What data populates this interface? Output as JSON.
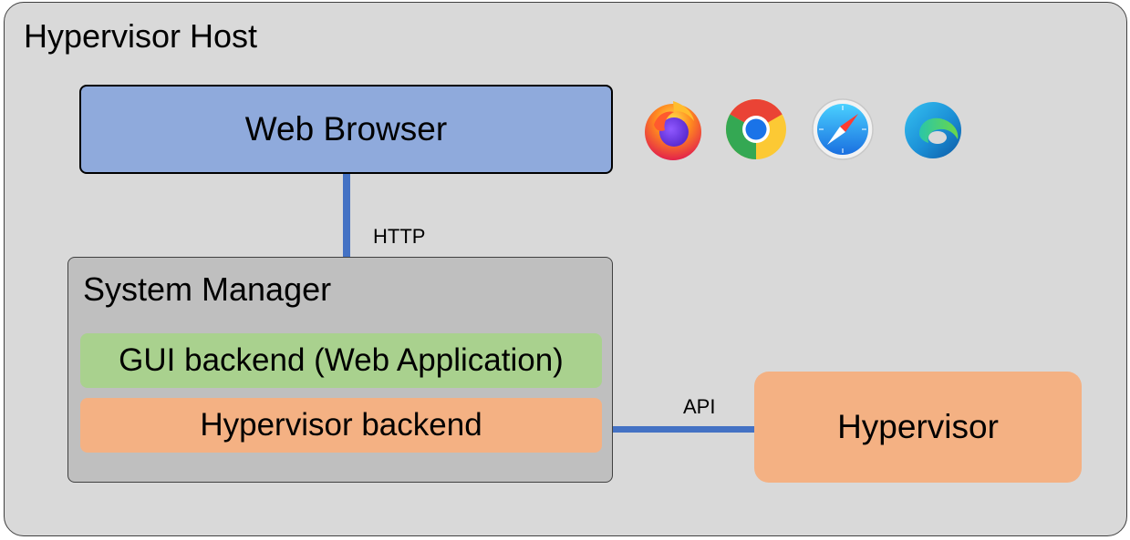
{
  "host": {
    "title": "Hypervisor Host"
  },
  "browser": {
    "label": "Web Browser"
  },
  "connections": {
    "http_label": "HTTP",
    "api_label": "API"
  },
  "system_manager": {
    "title": "System Manager",
    "gui_backend": "GUI backend (Web Application)",
    "hypervisor_backend": "Hypervisor backend"
  },
  "hypervisor": {
    "label": "Hypervisor"
  },
  "browser_icons": [
    "firefox-icon",
    "chrome-icon",
    "safari-icon",
    "edge-icon"
  ],
  "colors": {
    "host_bg": "#d9d9d9",
    "browser_bg": "#8faadc",
    "system_manager_bg": "#bfbfbf",
    "gui_backend_bg": "#a9d18e",
    "hypervisor_bg": "#f4b183",
    "connector": "#4472c4"
  }
}
